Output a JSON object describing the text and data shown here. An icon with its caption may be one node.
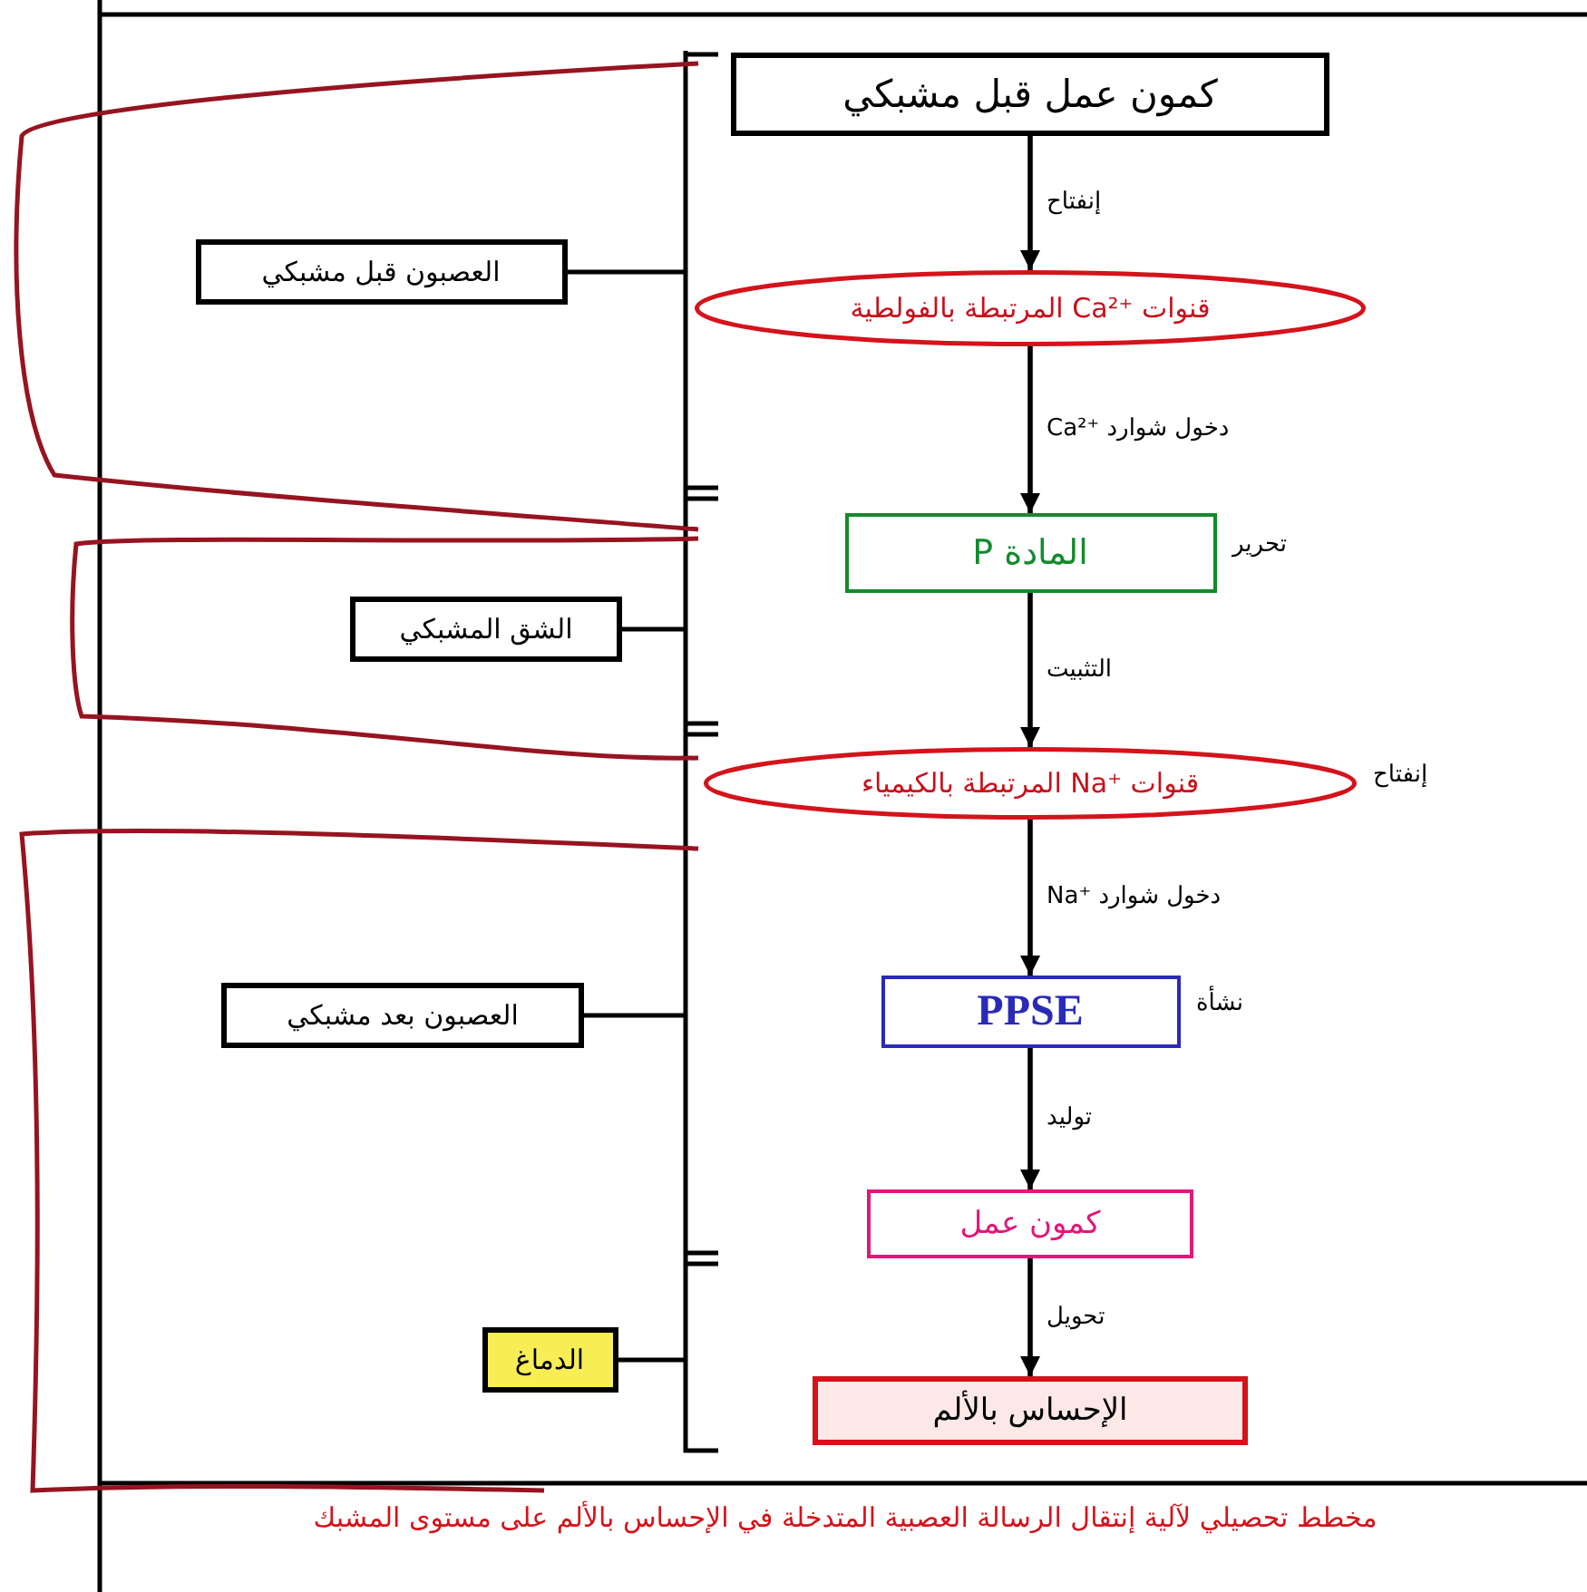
{
  "diagram": {
    "caption": "مخطط تحصيلي لآلية إنتقال الرسالة العصبية المتدخلة في الإحساس بالألم على مستوى المشبك",
    "nodes": [
      {
        "text": [
          "كمون عمل قبل مشبكي"
        ]
      },
      {
        "text": [
          "قنوات Ca²⁺ المرتبطة بالفولطية"
        ]
      },
      {
        "text": [
          "المادة P"
        ],
        "beside": [
          "تحرير"
        ]
      },
      {
        "text": [
          "قنوات Na⁺ المرتبطة بالكيمياء"
        ],
        "beside": [
          "إنفتاح"
        ]
      },
      {
        "text": [
          "PPSE"
        ],
        "beside": [
          "نشأة"
        ]
      },
      {
        "text": [
          "كمون عمل"
        ]
      },
      {
        "text": [
          "الإحساس بالألم"
        ]
      },
      {
        "text": [
          "العصبون قبل مشبكي"
        ]
      },
      {
        "text": [
          "الشق المشبكي"
        ]
      },
      {
        "text": [
          "العصبون بعد مشبكي"
        ]
      },
      {
        "text": [
          "الدماغ"
        ]
      }
    ],
    "edges": [
      {
        "from": 0,
        "to": 1,
        "arrow": "to",
        "label": "إنفتاح"
      },
      {
        "from": 1,
        "to": 2,
        "arrow": "to",
        "label": "دخول شوارد Ca²⁺"
      },
      {
        "from": 2,
        "to": 3,
        "arrow": "to",
        "label": "التثبيت"
      },
      {
        "from": 3,
        "to": 4,
        "arrow": "to",
        "label": "دخول شوارد Na⁺"
      },
      {
        "from": 4,
        "to": 5,
        "arrow": "to",
        "label": "توليد"
      },
      {
        "from": 5,
        "to": 6,
        "arrow": "to",
        "label": "تحويل"
      }
    ]
  }
}
